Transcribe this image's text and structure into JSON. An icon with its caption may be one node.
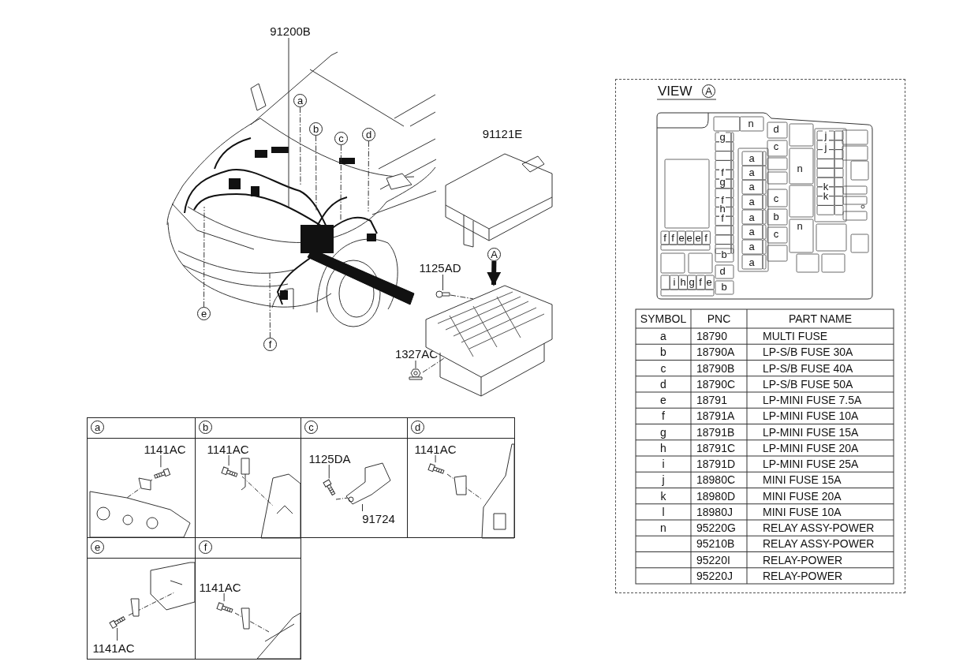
{
  "diagram": {
    "nodes": [
      {
        "text": [
          "91200B"
        ]
      },
      {
        "text": [
          "a"
        ]
      },
      {
        "text": [
          "b"
        ]
      },
      {
        "text": [
          "c"
        ]
      },
      {
        "text": [
          "d"
        ]
      },
      {
        "text": [
          "e"
        ]
      },
      {
        "text": [
          "f"
        ]
      },
      {
        "text": [
          "A"
        ]
      },
      {
        "text": [
          "1125AD"
        ]
      },
      {
        "text": [
          "1327AC"
        ]
      },
      {
        "text": [
          "a"
        ]
      },
      {
        "text": [
          "1141AC"
        ],
        "in": 10
      },
      {
        "text": [
          "b"
        ]
      },
      {
        "text": [
          "1141AC"
        ],
        "in": 12
      },
      {
        "text": [
          "c"
        ]
      },
      {
        "text": [
          "1125DA"
        ],
        "in": 14
      },
      {
        "text": [
          "91724"
        ],
        "in": 14
      },
      {
        "text": [
          "d"
        ]
      },
      {
        "text": [
          "1141AC"
        ],
        "in": 17
      },
      {
        "text": [
          "e"
        ]
      },
      {
        "text": [
          "1141AC"
        ],
        "in": 19
      },
      {
        "text": [
          "f"
        ]
      },
      {
        "text": [
          "1141AC"
        ],
        "in": 21
      },
      {
        "text": [
          "VIEW"
        ]
      },
      {
        "text": [
          "A"
        ],
        "in": 23
      },
      {
        "text": [],
        "shape": "picture"
      },
      {
        "text": [],
        "shape": "picture"
      },
      {
        "text": [],
        "shape": "picture"
      },
      {
        "text": [],
        "shape": "picture",
        "in": 10
      },
      {
        "text": [],
        "shape": "picture",
        "in": 10
      },
      {
        "text": [],
        "shape": "picture",
        "in": 12
      },
      {
        "text": [],
        "shape": "picture",
        "in": 12
      },
      {
        "text": [],
        "shape": "picture",
        "in": 14
      },
      {
        "text": [],
        "shape": "picture",
        "in": 14
      },
      {
        "text": [],
        "shape": "picture",
        "in": 17
      },
      {
        "text": [],
        "shape": "picture",
        "in": 17
      },
      {
        "text": [],
        "shape": "picture",
        "in": 19
      },
      {
        "text": [],
        "shape": "picture",
        "in": 19
      },
      {
        "text": [],
        "shape": "picture",
        "in": 21
      },
      {
        "text": [],
        "shape": "picture",
        "in": 21
      }
    ],
    "edges": [
      {
        "from": 0,
        "to": null,
        "arrow": "none"
      },
      {
        "from": 1,
        "to": null,
        "arrow": "none",
        "style": "dashed"
      },
      {
        "from": 2,
        "to": null,
        "arrow": "none",
        "style": "dashed"
      },
      {
        "from": 3,
        "to": null,
        "arrow": "none",
        "style": "dashed"
      },
      {
        "from": 4,
        "to": null,
        "arrow": "none",
        "style": "dashed"
      },
      {
        "from": 5,
        "to": null,
        "arrow": "none",
        "style": "dashed"
      },
      {
        "from": 6,
        "to": null,
        "arrow": "none",
        "style": "dashed"
      },
      {
        "from": 7,
        "to": 26,
        "arrow": "to",
        "style": "thick"
      },
      {
        "from": 8,
        "to": 25,
        "arrow": "none"
      },
      {
        "from": 9,
        "to": 27,
        "arrow": "none"
      },
      {
        "from": 11,
        "to": 28,
        "arrow": "none"
      },
      {
        "from": 13,
        "to": 30,
        "arrow": "none"
      },
      {
        "from": 15,
        "to": 32,
        "arrow": "none"
      },
      {
        "from": 16,
        "to": 33,
        "arrow": "none"
      },
      {
        "from": 18,
        "to": 34,
        "arrow": "none"
      },
      {
        "from": 20,
        "to": 36,
        "arrow": "none"
      },
      {
        "from": 22,
        "to": 38,
        "arrow": "none"
      },
      {
        "from": 25,
        "to": 26,
        "arrow": "none",
        "style": "dashed"
      },
      {
        "from": 27,
        "to": 26,
        "arrow": "none",
        "style": "dashed"
      }
    ],
    "labels": [
      "91121E",
      "n",
      "d",
      "g",
      "j",
      "c",
      "j",
      "a",
      "f",
      "a",
      "n",
      "g",
      "a",
      "k",
      "k",
      "f",
      "a",
      "c",
      "h",
      "f",
      "a",
      "b",
      "n",
      "a",
      "c",
      "f",
      "f",
      "e",
      "e",
      "e",
      "f",
      "a",
      "b",
      "a",
      "d",
      "i",
      "h",
      "g",
      "f",
      "e",
      "b",
      "SYMBOL",
      "PNC",
      "PART NAME",
      "a",
      "18790",
      "MULTI FUSE",
      "b",
      "18790A",
      "LP-S/B FUSE 30A",
      "c",
      "18790B",
      "LP-S/B FUSE 40A",
      "d",
      "18790C",
      "LP-S/B FUSE 50A",
      "e",
      "18791",
      "LP-MINI FUSE 7.5A",
      "f",
      "18791A",
      "LP-MINI FUSE 10A",
      "g",
      "18791B",
      "LP-MINI FUSE 15A",
      "h",
      "18791C",
      "LP-MINI FUSE 20A",
      "i",
      "18791D",
      "LP-MINI FUSE 25A",
      "j",
      "18980C",
      "MINI FUSE 15A",
      "k",
      "18980D",
      "MINI FUSE 20A",
      "l",
      "18980J",
      "MINI FUSE 10A",
      "n",
      "95220G",
      "RELAY ASSY-POWER",
      "95210B",
      "RELAY ASSY-POWER",
      "95220I",
      "RELAY-POWER",
      "95220J",
      "RELAY-POWER"
    ]
  }
}
